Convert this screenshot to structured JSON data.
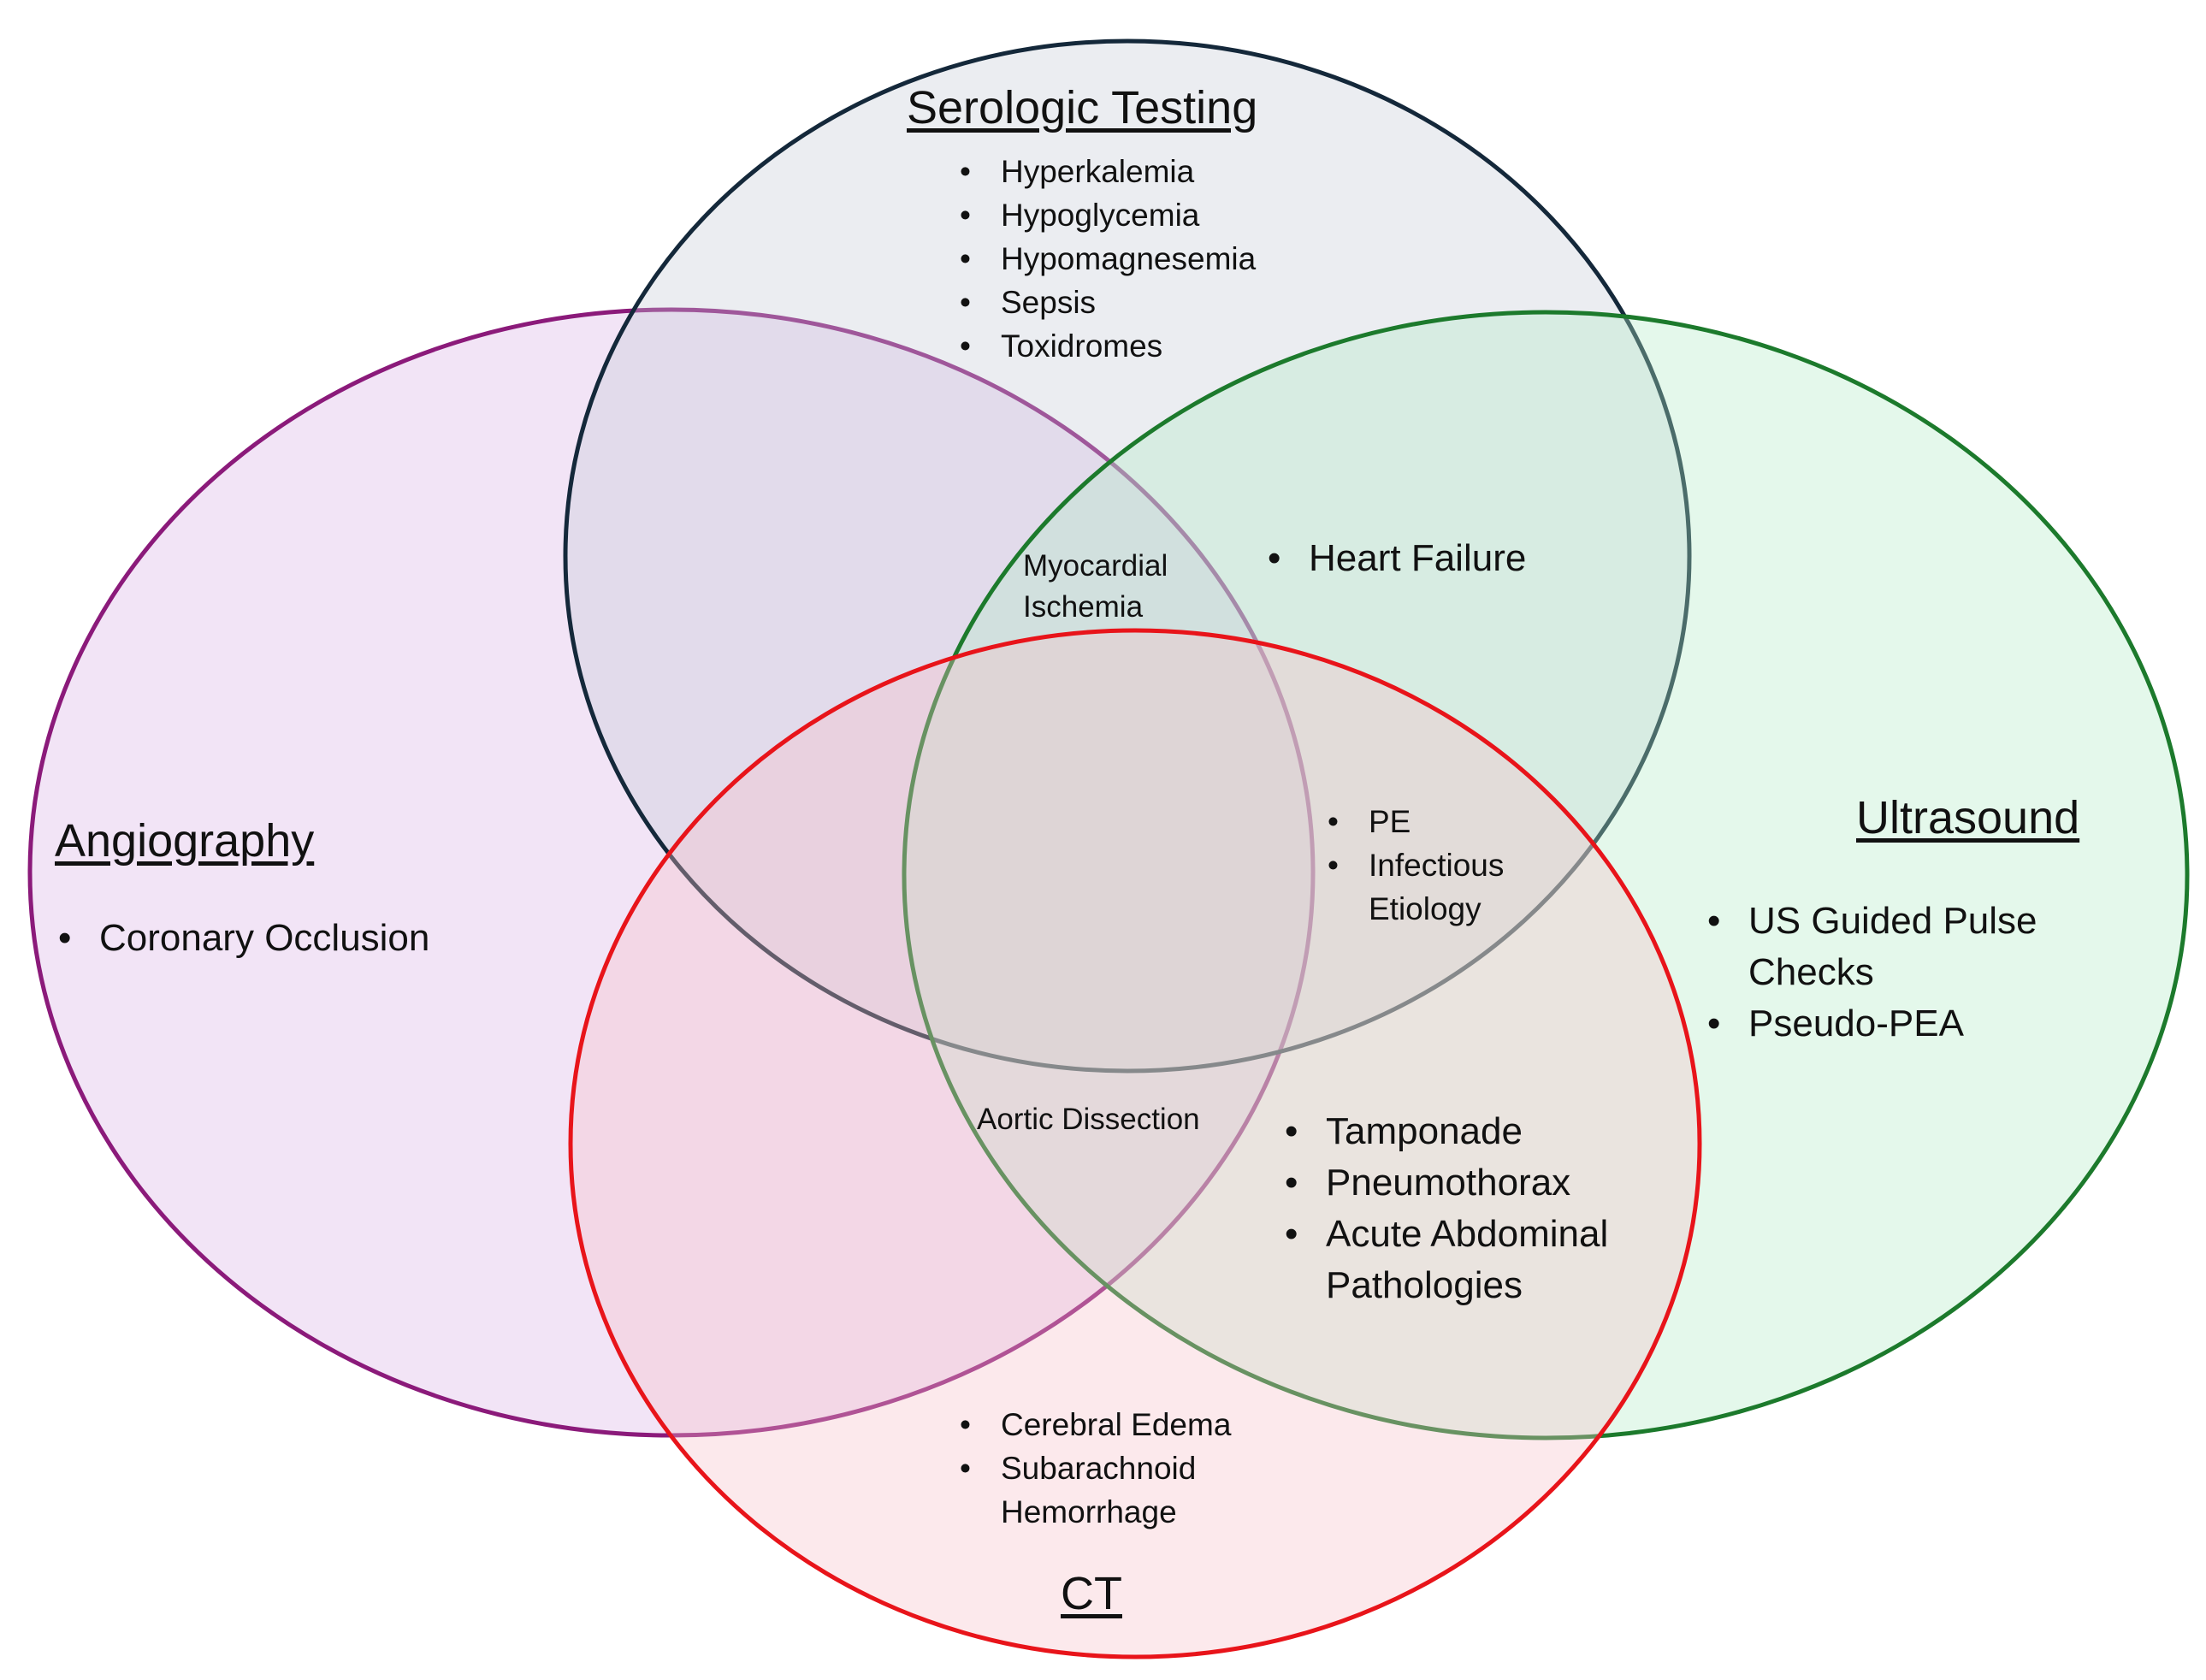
{
  "circles": [
    {
      "name": "angiography",
      "fill": "#d9b3e6",
      "stroke": "#8b1a7a"
    },
    {
      "name": "serologic",
      "fill": "#c5ccd6",
      "stroke": "#14283a"
    },
    {
      "name": "ultrasound",
      "fill": "#b3ecc7",
      "stroke": "#1c7a2c"
    },
    {
      "name": "ct",
      "fill": "#f7c0c8",
      "stroke": "#e8141a"
    }
  ],
  "serologic": {
    "title": "Serologic Testing",
    "items": [
      "Hyperkalemia",
      "Hypoglycemia",
      "Hypomagnesemia",
      "Sepsis",
      "Toxidromes"
    ]
  },
  "angiography": {
    "title": "Angiography",
    "items": [
      "Coronary Occlusion"
    ]
  },
  "ultrasound": {
    "title": "Ultrasound",
    "items": [
      "US Guided Pulse Checks",
      "Pseudo-PEA"
    ]
  },
  "ct": {
    "title": "CT",
    "items": [
      "Cerebral Edema",
      "Subarachnoid Hemorrhage"
    ]
  },
  "overlaps": {
    "myocardial_ischemia": "Myocardial Ischemia",
    "heart_failure": "Heart Failure",
    "pe_infectious": [
      "PE",
      "Infectious Etiology"
    ],
    "aortic_dissection": "Aortic Dissection",
    "us_ct_items": [
      "Tamponade",
      "Pneumothorax",
      "Acute Abdominal Pathologies"
    ]
  }
}
